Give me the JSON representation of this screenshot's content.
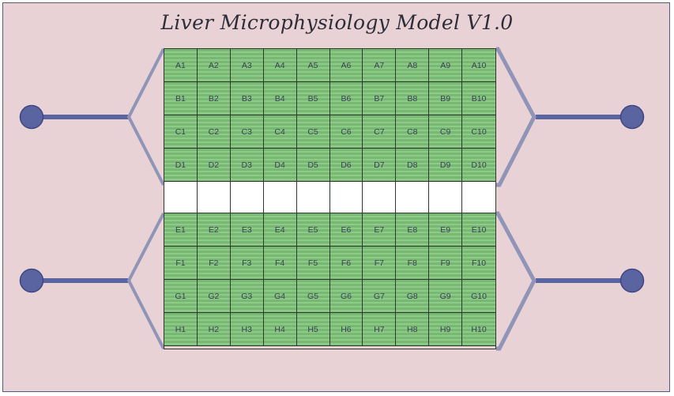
{
  "title": "Liver Microphysiology Model V1.0",
  "colors": {
    "background": "#e8d2d5",
    "well_green": "#7fbf7a",
    "channel": "#9094b6",
    "port": "#5a64a0"
  },
  "plate": {
    "columns": [
      "1",
      "2",
      "3",
      "4",
      "5",
      "6",
      "7",
      "8",
      "9",
      "10"
    ],
    "top_rows": [
      "A",
      "B",
      "C",
      "D"
    ],
    "bottom_rows": [
      "E",
      "F",
      "G",
      "H"
    ],
    "top_wells": [
      [
        "A1",
        "A2",
        "A3",
        "A4",
        "A5",
        "A6",
        "A7",
        "A8",
        "A9",
        "A10"
      ],
      [
        "B1",
        "B2",
        "B3",
        "B4",
        "B5",
        "B6",
        "B7",
        "B8",
        "B9",
        "B10"
      ],
      [
        "C1",
        "C2",
        "C3",
        "C4",
        "C5",
        "C6",
        "C7",
        "C8",
        "C9",
        "C10"
      ],
      [
        "D1",
        "D2",
        "D3",
        "D4",
        "D5",
        "D6",
        "D7",
        "D8",
        "D9",
        "D10"
      ]
    ],
    "bottom_wells": [
      [
        "E1",
        "E2",
        "E3",
        "E4",
        "E5",
        "E6",
        "E7",
        "E8",
        "E9",
        "E10"
      ],
      [
        "F1",
        "F2",
        "F3",
        "F4",
        "F5",
        "F6",
        "F7",
        "F8",
        "F9",
        "F10"
      ],
      [
        "G1",
        "G2",
        "G3",
        "G4",
        "G5",
        "G6",
        "G7",
        "G8",
        "G9",
        "G10"
      ],
      [
        "H1",
        "H2",
        "H3",
        "H4",
        "H5",
        "H6",
        "H7",
        "H8",
        "H9",
        "H10"
      ]
    ]
  },
  "ports": [
    "inlet-top-left",
    "inlet-bottom-left",
    "outlet-top-right",
    "outlet-bottom-right"
  ]
}
